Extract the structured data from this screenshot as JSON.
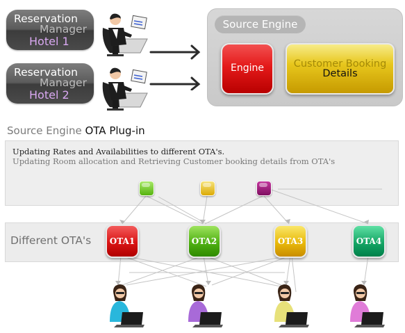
{
  "reservation_managers": [
    {
      "line1": "Reservation",
      "line2": "Manager",
      "hotel": "Hotel 1"
    },
    {
      "line1": "Reservation",
      "line2": "Manager",
      "hotel": "Hotel 2"
    }
  ],
  "source_engine": {
    "tab_label": "Source Engine",
    "engine_label": "Engine",
    "customer_booking_line1": "Customer Booking",
    "customer_booking_line2": "Details"
  },
  "plugin": {
    "heading_prefix": "Source Engine",
    "heading_strong": "OTA Plug-in",
    "line1": "Updating Rates and Availabilities to different OTA's.",
    "line2": "Updating Room allocation and Retrieving Customer booking details from OTA's"
  },
  "otas": {
    "band_label": "Different OTA's",
    "items": [
      "OTA1",
      "OTA2",
      "OTA3",
      "OTA4"
    ]
  },
  "colors": {
    "engine_red": "#e41a1a",
    "booking_yellow": "#e8c71d",
    "ota1": "#d91414",
    "ota2": "#4fb013",
    "ota3": "#e9b90a",
    "ota4": "#15a565",
    "gem_green": "#56b30f",
    "gem_yellow": "#dcaa06",
    "gem_magenta": "#7f0f60"
  },
  "icons": {
    "manager": "businessman-at-desk-icon",
    "customer": "woman-with-laptop-icon",
    "plugin_node": "gem-node-icon"
  }
}
